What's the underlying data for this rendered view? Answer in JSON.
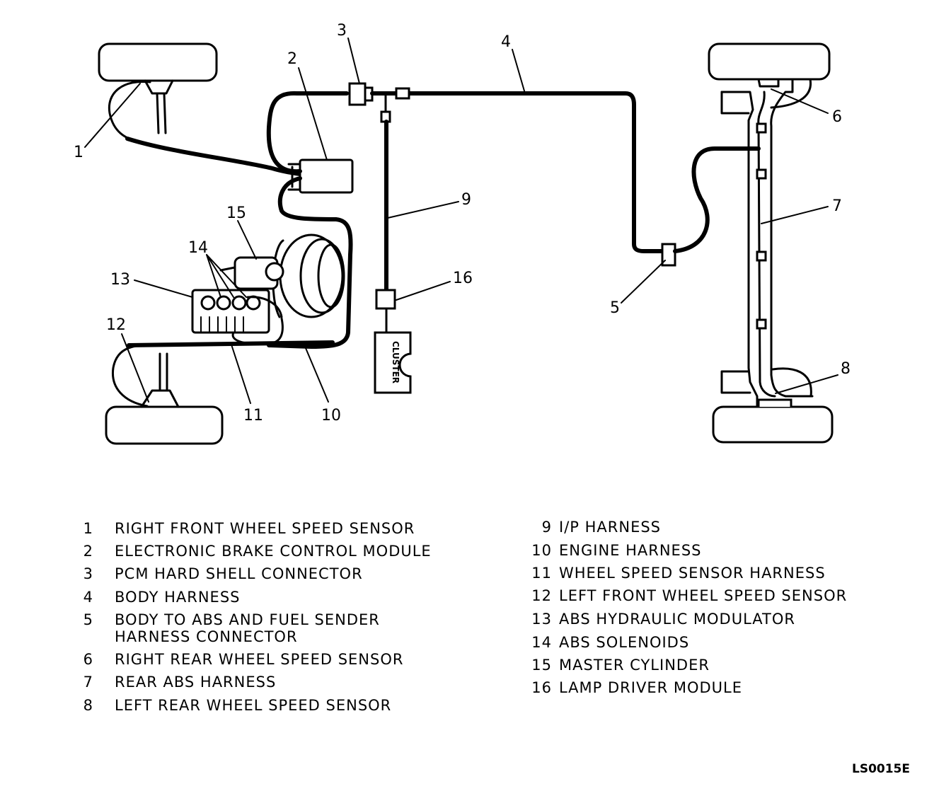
{
  "diagram": {
    "callouts": [
      "1",
      "2",
      "3",
      "4",
      "5",
      "6",
      "7",
      "8",
      "9",
      "10",
      "11",
      "12",
      "13",
      "14",
      "15",
      "16"
    ],
    "cluster_label": "CLUSTER",
    "figure_code": "LS0015E"
  },
  "legend": [
    {
      "num": "1",
      "text": "RIGHT FRONT WHEEL SPEED SENSOR"
    },
    {
      "num": "2",
      "text": "ELECTRONIC BRAKE CONTROL MODULE"
    },
    {
      "num": "3",
      "text": "PCM HARD SHELL CONNECTOR"
    },
    {
      "num": "4",
      "text": "BODY HARNESS"
    },
    {
      "num": "5",
      "text": "BODY TO ABS AND FUEL SENDER",
      "text2": "HARNESS CONNECTOR"
    },
    {
      "num": "6",
      "text": "RIGHT REAR WHEEL SPEED SENSOR"
    },
    {
      "num": "7",
      "text": "REAR ABS HARNESS"
    },
    {
      "num": "8",
      "text": "LEFT REAR WHEEL SPEED SENSOR"
    },
    {
      "num": "9",
      "text": "I/P HARNESS"
    },
    {
      "num": "10",
      "text": "ENGINE HARNESS"
    },
    {
      "num": "11",
      "text": "WHEEL SPEED SENSOR HARNESS"
    },
    {
      "num": "12",
      "text": "LEFT FRONT WHEEL SPEED SENSOR"
    },
    {
      "num": "13",
      "text": "ABS HYDRAULIC MODULATOR"
    },
    {
      "num": "14",
      "text": "ABS SOLENOIDS"
    },
    {
      "num": "15",
      "text": "MASTER CYLINDER"
    },
    {
      "num": "16",
      "text": "LAMP DRIVER MODULE"
    }
  ]
}
